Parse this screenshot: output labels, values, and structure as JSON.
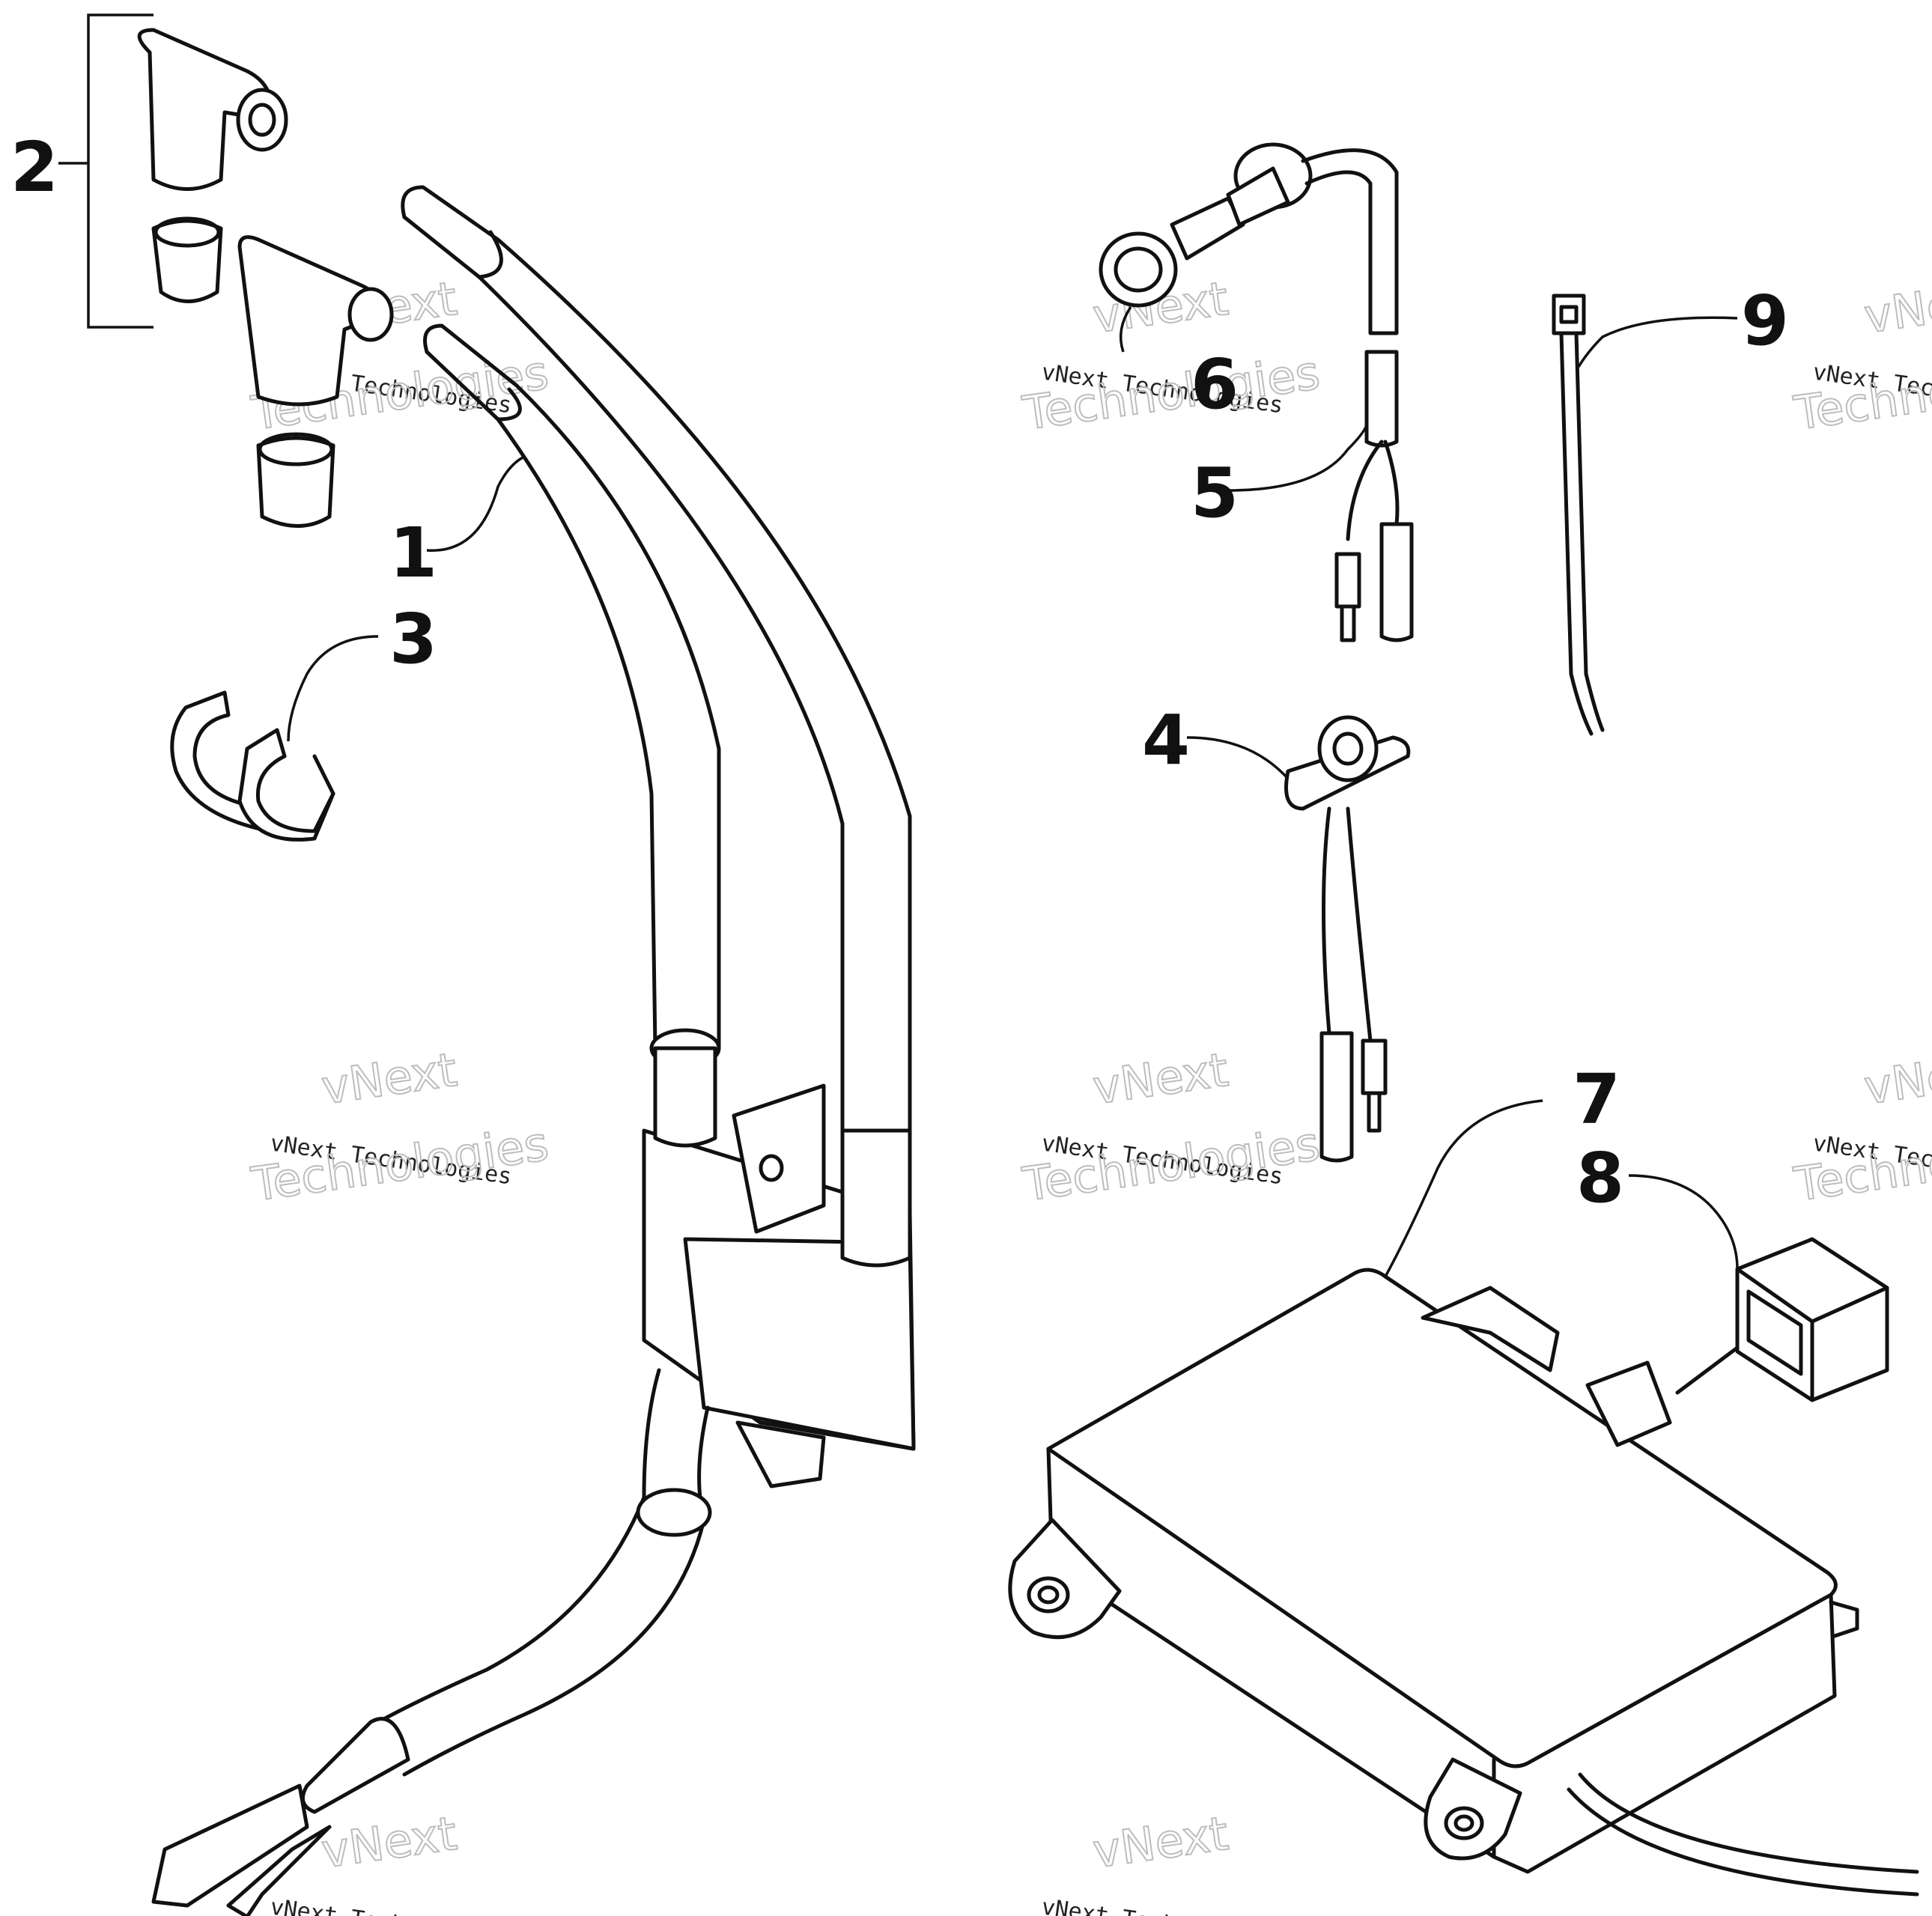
{
  "callouts": [
    "1",
    "2",
    "3",
    "4",
    "5",
    "6",
    "7",
    "8",
    "9"
  ],
  "watermark": {
    "brand": "vNext",
    "line": "vNext Technologies",
    "word": "Technologies"
  }
}
